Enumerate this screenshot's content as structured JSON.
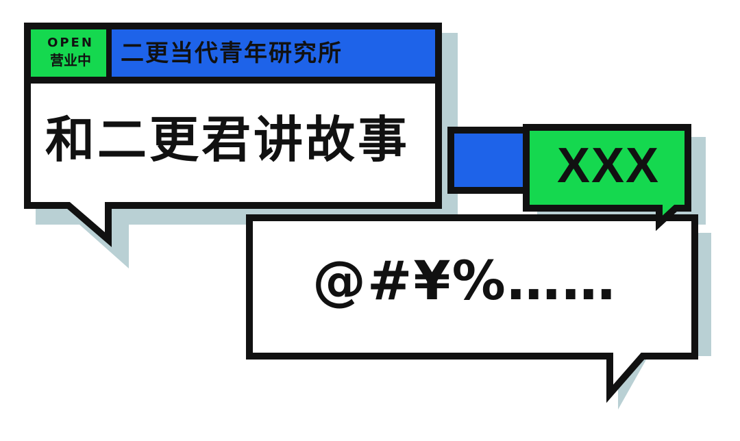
{
  "badge": {
    "open_en": "OPEN",
    "open_cn": "营业中"
  },
  "studio_name": "二更当代青年研究所",
  "main_title": "和二更君讲故事",
  "speaker_tag": "XXX",
  "speech_text": "@#¥%……",
  "colors": {
    "accent_blue": "#1e63e9",
    "accent_green": "#15d84f",
    "shadow": "#b9d0d4",
    "outline": "#111111",
    "background": "#ffffff"
  }
}
